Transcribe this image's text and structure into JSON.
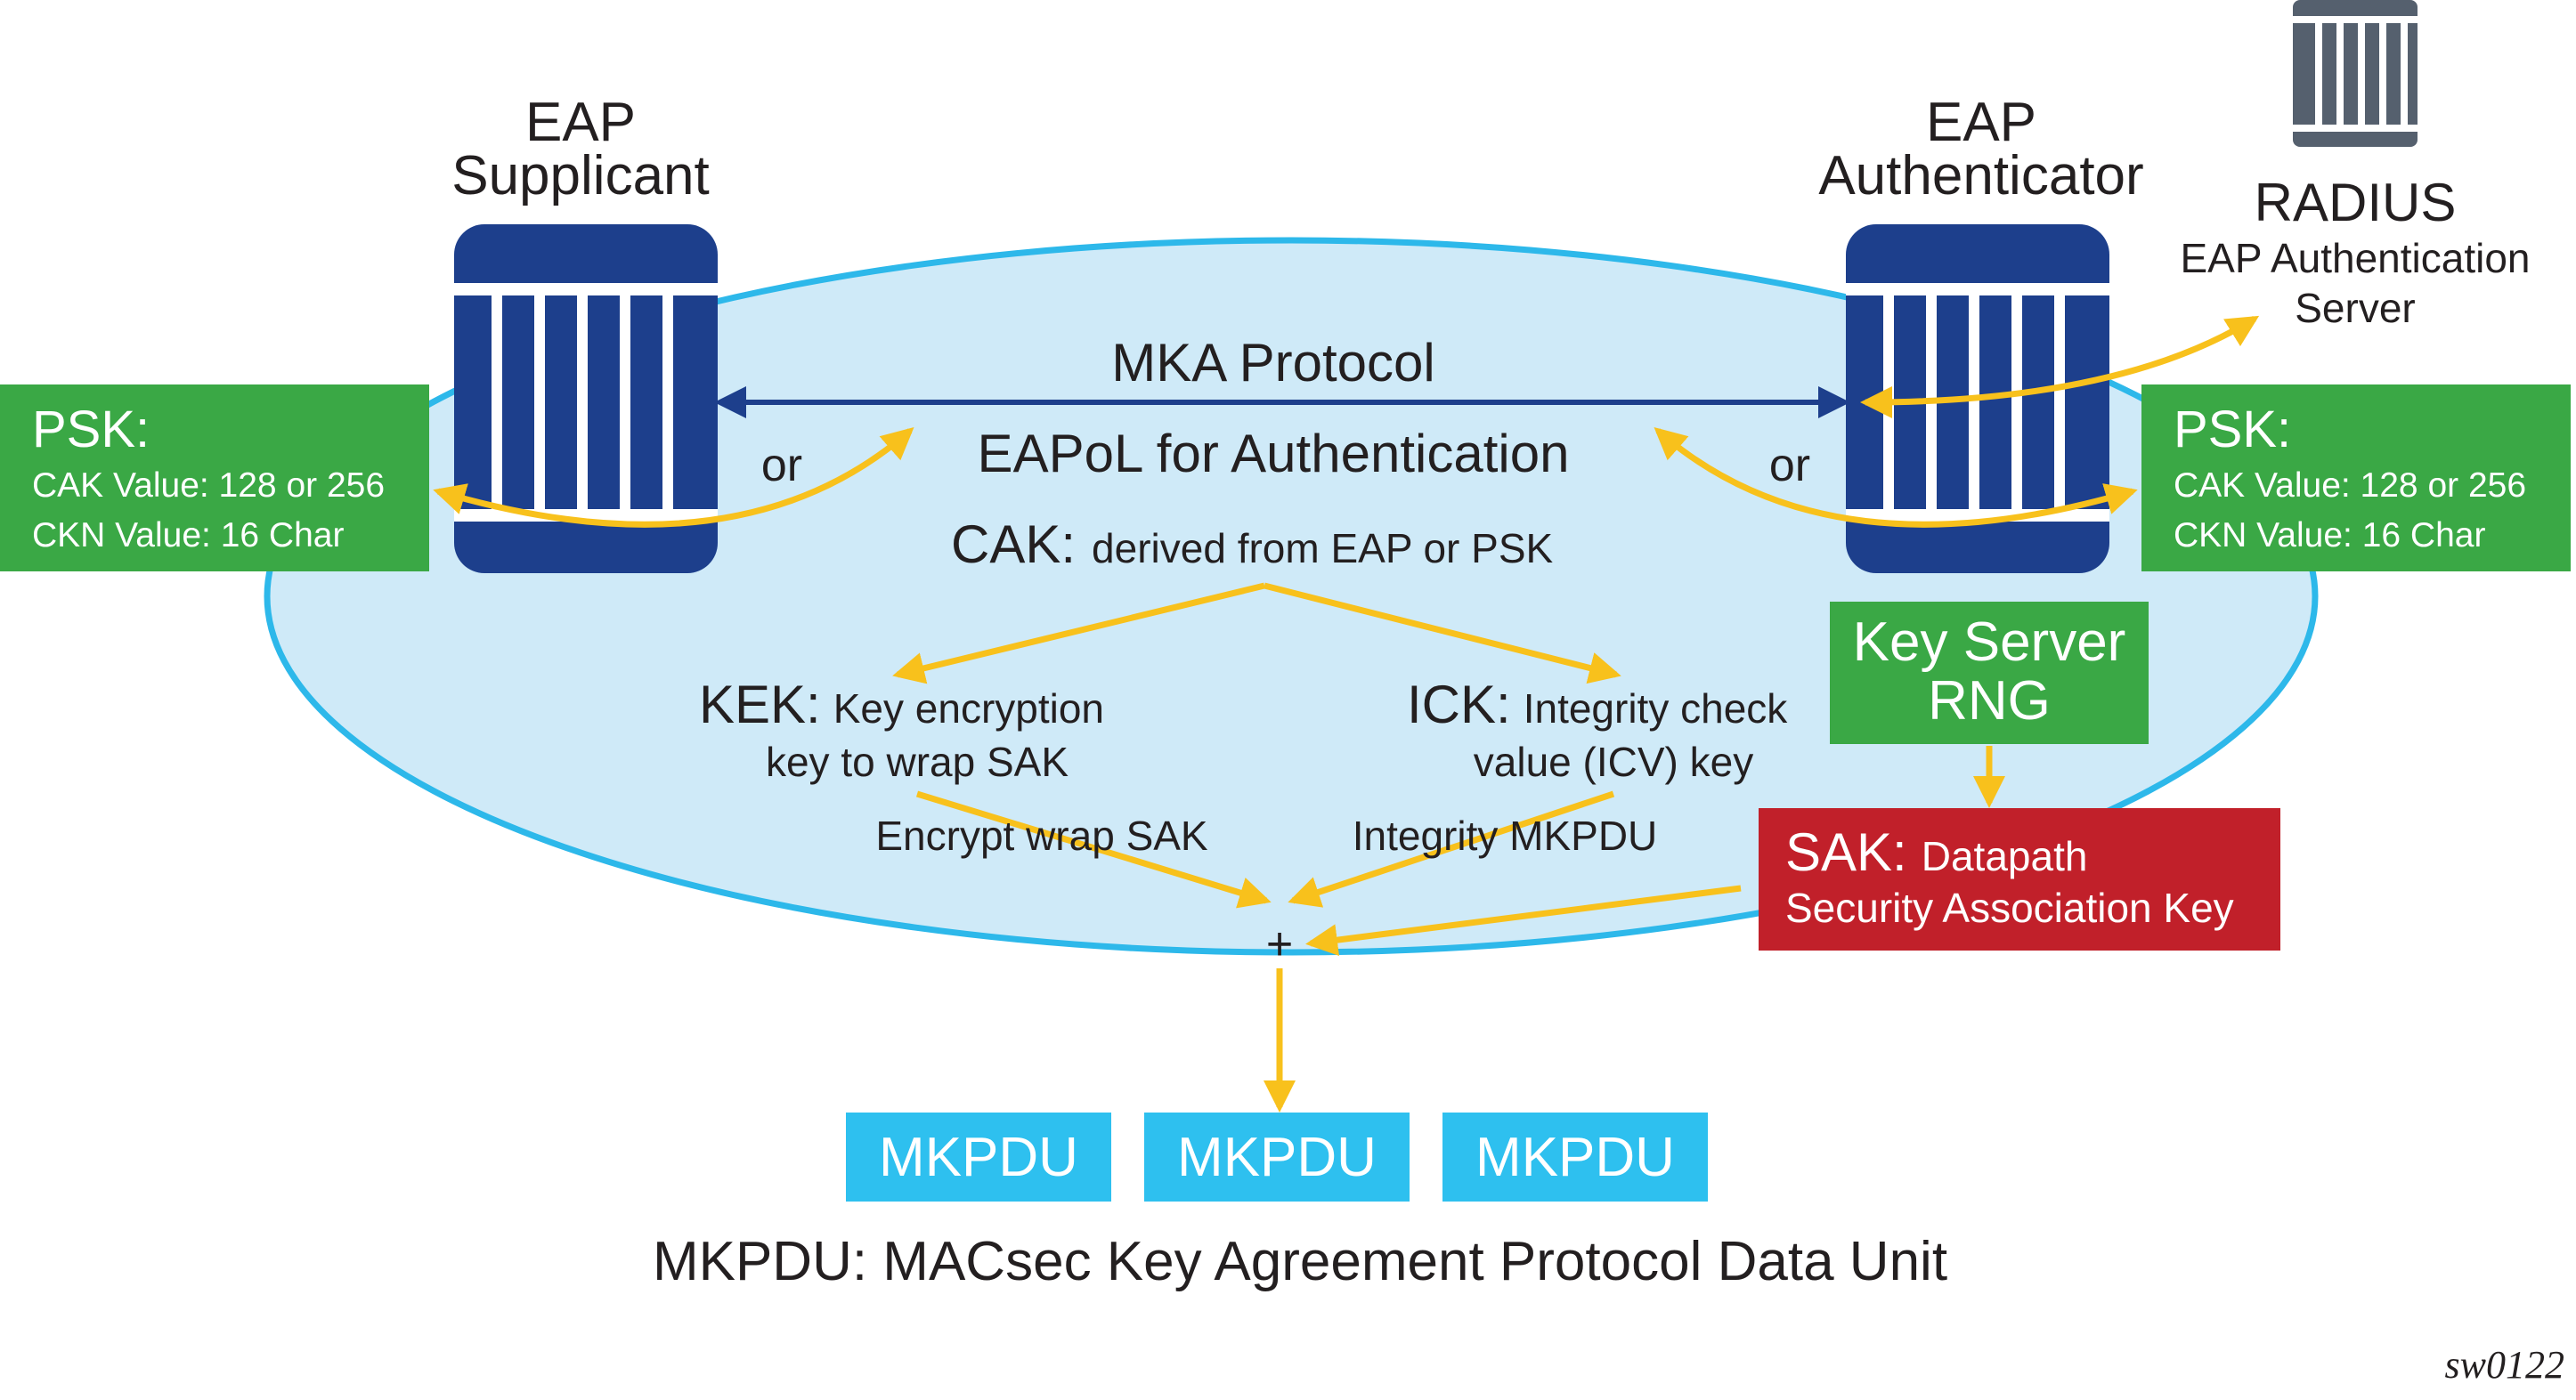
{
  "colors": {
    "ellipse_fill": "#cfeaf8",
    "ellipse_stroke": "#2db8ea",
    "device_blue": "#1d3f8c",
    "radius_gray": "#55606e",
    "psk_green": "#3aa845",
    "sak_red": "#c1202a",
    "mkpdu_cyan": "#2ec0ef",
    "arrow_yellow": "#f8c11c",
    "arrow_navy": "#1d3f8c"
  },
  "supplicant": {
    "line1": "EAP",
    "line2": "Supplicant",
    "icon": "switch-icon"
  },
  "authenticator": {
    "line1": "EAP",
    "line2": "Authenticator",
    "icon": "switch-icon"
  },
  "radius": {
    "title": "RADIUS",
    "line1": "EAP Authentication",
    "line2": "Server",
    "icon": "server-icon"
  },
  "psk_left": {
    "title": "PSK:",
    "cak": "CAK Value: 128 or 256",
    "ckn": "CKN Value: 16 Char"
  },
  "psk_right": {
    "title": "PSK:",
    "cak": "CAK Value: 128 or 256",
    "ckn": "CKN Value: 16 Char"
  },
  "or_left": "or",
  "or_right": "or",
  "mka_protocol": "MKA Protocol",
  "eapol": "EAPoL for Authentication",
  "cak": {
    "key": "CAK:",
    "desc": "derived from EAP or PSK"
  },
  "kek": {
    "key": "KEK:",
    "desc1": "Key encryption",
    "desc2": "key to wrap SAK"
  },
  "ick": {
    "key": "ICK:",
    "desc1": "Integrity check",
    "desc2": "value (ICV) key"
  },
  "encrypt_wrap": "Encrypt wrap SAK",
  "integrity_mkpdu": "Integrity MKPDU",
  "plus": "+",
  "key_server": {
    "line1": "Key Server",
    "line2": "RNG"
  },
  "sak": {
    "key": "SAK:",
    "desc1": "Datapath",
    "desc2": "Security Association Key"
  },
  "mkpdu_boxes": [
    "MKPDU",
    "MKPDU",
    "MKPDU"
  ],
  "caption": "MKPDU: MACsec Key Agreement Protocol Data Unit",
  "figure_id": "sw0122"
}
